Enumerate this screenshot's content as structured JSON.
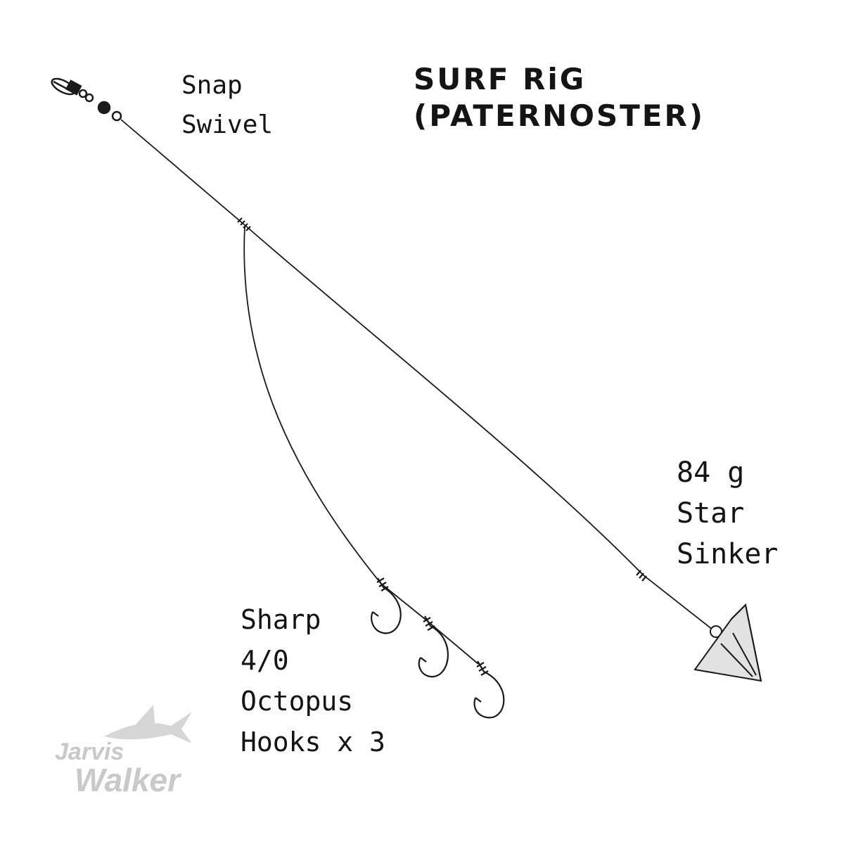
{
  "title": {
    "line1": "SURF RiG",
    "line2": "(PATERNOSTER)"
  },
  "labels": {
    "swivel": [
      "Snap",
      "Swivel"
    ],
    "sinker": [
      "84 g",
      "Star",
      "Sinker"
    ],
    "hooks": [
      "Sharp",
      "4/0",
      "Octopus",
      "Hooks x 3"
    ]
  },
  "logo": {
    "line1": "Jarvis",
    "line2": "Walker",
    "icon": "marlin-fish-icon"
  },
  "colors": {
    "line": "#1a1a1a",
    "sinker_fill": "#e2e2e2",
    "logo": "#c9c9c9"
  }
}
